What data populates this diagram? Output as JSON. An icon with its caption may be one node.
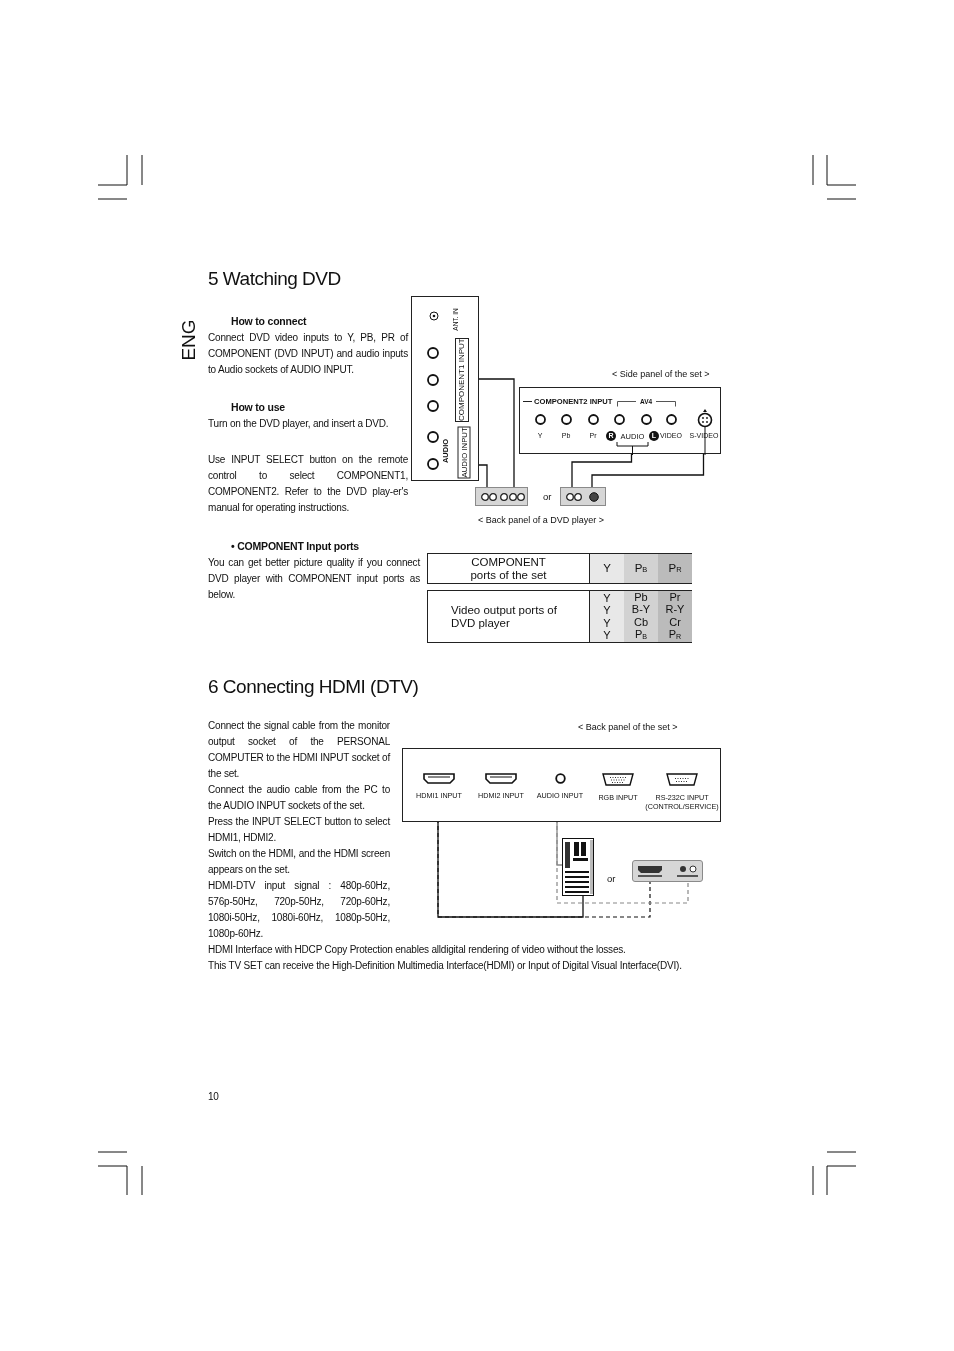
{
  "diagram": {
    "nodes": [
      {
        "text": [
          "ANT. IN",
          "COMPONENT1 INPUT",
          "AUDIO",
          "AUDIO INPUT"
        ]
      },
      {
        "text": [
          "COMPONENT2 INPUT",
          "AV4",
          "Y",
          "Pb",
          "Pr",
          "R",
          "AUDIO",
          "L",
          "VIDEO",
          "S-VIDEO"
        ],
        "beside": [
          "< Side panel of the set >"
        ]
      },
      {
        "text": [],
        "shape": "box"
      },
      {
        "text": [],
        "shape": "box"
      },
      {
        "text": [],
        "shape": "box",
        "beside": [
          "< Back panel of the set >"
        ]
      },
      {
        "text": [
          "HDMI1 INPUT"
        ],
        "in": 4
      },
      {
        "text": [
          "HDMI2 INPUT"
        ],
        "in": 4
      },
      {
        "text": [
          "AUDIO INPUT"
        ],
        "in": 4
      },
      {
        "text": [
          "RGB INPUT"
        ],
        "in": 4
      },
      {
        "text": [
          "RS-232C INPUT (CONTROL/SERVICE)"
        ],
        "in": 4
      },
      {
        "text": [],
        "shape": "picture"
      },
      {
        "text": [],
        "shape": "box"
      }
    ],
    "edges": [
      {
        "from": 0,
        "to": 2,
        "arrow": "none"
      },
      {
        "from": 0,
        "to": 2,
        "arrow": "none"
      },
      {
        "from": 1,
        "to": 3,
        "arrow": "none"
      },
      {
        "from": 1,
        "to": 3,
        "arrow": "none"
      },
      {
        "from": 5,
        "to": 10,
        "arrow": "none"
      },
      {
        "from": 7,
        "to": 10,
        "arrow": "none",
        "color": "#888888"
      },
      {
        "from": 5,
        "to": 11,
        "arrow": "none",
        "style": "dashed"
      },
      {
        "from": 7,
        "to": 11,
        "arrow": "none",
        "style": "dashed",
        "color": "#888888"
      }
    ],
    "labels": [
      "ENG",
      "5 Watching DVD",
      "How to connect",
      "Connect DVD video inputs to Y, PB, PR of COMPONENT (DVD INPUT) and audio inputs to Audio sockets of AUDIO INPUT.",
      "How to use",
      "Turn on the DVD player, and insert a DVD.",
      "Use INPUT SELECT button on the remote control to select COMPONENT1, COMPONENT2. Refer to the DVD play-er's manual for operating instructions.",
      "• COMPONENT Input ports",
      "You can get better picture quality if you connect DVD player with COMPONENT input ports as below.",
      "or",
      "< Back panel of a DVD player >",
      "COMPONENT ports of the set",
      "Y",
      "P$_{B}$",
      "P$_{R}$",
      "Video output ports of DVD player",
      "Y",
      "Pb",
      "Pr",
      "Y",
      "B-Y",
      "R-Y",
      "Y",
      "Cb",
      "Cr",
      "Y",
      "P$_{B}$",
      "P$_{R}$",
      "6 Connecting HDMI (DTV)",
      "Connect the signal cable from the monitor output socket of the PERSONAL COMPUTER to the HDMI INPUT socket of the set.",
      "Connect the audio cable from the PC to the AUDIO INPUT sockets of the set.",
      "Press the INPUT SELECT button to select HDMI1, HDMI2.",
      "Switch on the HDMI, and the HDMI screen appears on the set.",
      "HDMI-DTV input signal : 480p-60Hz, 576p-50Hz, 720p-50Hz, 720p-60Hz, 1080i-50Hz, 1080i-60Hz, 1080p-50Hz, 1080p-60Hz.",
      "or",
      "HDMI Interface with HDCP Copy Protection enables alldigital rendering of video without the losses.",
      "This TV SET can receive the High-Definition Multimedia Interface(HDMI) or Input of Digital Visual Interface(DVI).",
      "10"
    ]
  }
}
